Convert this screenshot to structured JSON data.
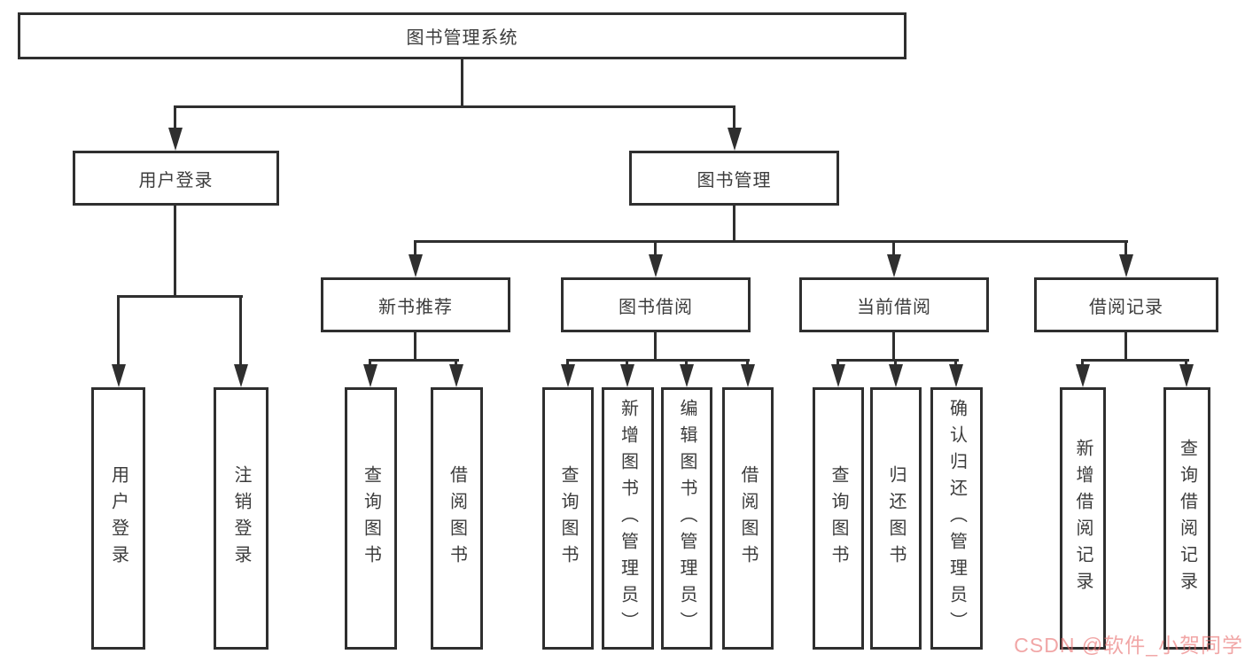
{
  "tree": {
    "label": "图书管理系统",
    "children": [
      {
        "label": "用户登录",
        "children": [
          {
            "label": "用户登录"
          },
          {
            "label": "注销登录"
          }
        ]
      },
      {
        "label": "图书管理",
        "children": [
          {
            "label": "新书推荐",
            "children": [
              {
                "label": "查询图书"
              },
              {
                "label": "借阅图书"
              }
            ]
          },
          {
            "label": "图书借阅",
            "children": [
              {
                "label": "查询图书"
              },
              {
                "label": "新增图书（管理员）"
              },
              {
                "label": "编辑图书（管理员）"
              },
              {
                "label": "借阅图书"
              }
            ]
          },
          {
            "label": "当前借阅",
            "children": [
              {
                "label": "查询图书"
              },
              {
                "label": "归还图书"
              },
              {
                "label": "确认归还（管理员）"
              }
            ]
          },
          {
            "label": "借阅记录",
            "children": [
              {
                "label": "新增借阅记录"
              },
              {
                "label": "查询借阅记录"
              }
            ]
          }
        ]
      }
    ]
  },
  "watermark": {
    "text": "CSDN @软件_小贺同学",
    "color": "#e87070"
  },
  "style": {
    "line_color": "#2f2f2f",
    "box_fill": "#ffffff",
    "text_color": "#3c3c3c"
  }
}
